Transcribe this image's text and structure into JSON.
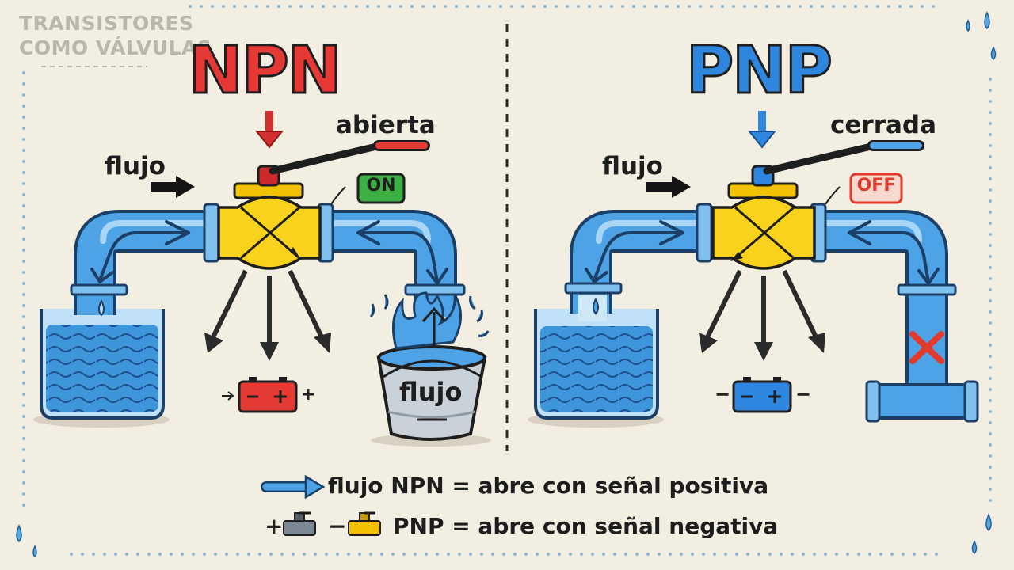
{
  "title": {
    "line1": "TRANSISTORES",
    "line2": "COMO VÁLVULAS"
  },
  "npn": {
    "heading": "NPN",
    "flow_label": "flujo",
    "valve_state": "abierta",
    "indicator": "ON",
    "bucket_label": "flujo",
    "battery_signs": {
      "left": "+",
      "right": "+"
    },
    "colors": {
      "heading": "#e53935",
      "indicator": "#3cb043",
      "battery": "#e53935"
    }
  },
  "pnp": {
    "heading": "PNP",
    "flow_label": "flujo",
    "valve_state": "cerrada",
    "indicator": "OFF",
    "battery_signs": {
      "left": "−",
      "right": "−"
    },
    "colors": {
      "heading": "#2e86de",
      "indicator": "#e23b2e",
      "battery": "#2e86de"
    }
  },
  "legend": {
    "npn_text": "flujo NPN = abre con señal positiva",
    "pnp_text": "PNP = abre con señal negativa",
    "pnp_signs": {
      "plus": "+",
      "minus": "−"
    }
  },
  "icons": [
    "flow-arrow-icon",
    "pressure-arrow-icon",
    "battery-icon",
    "water-tank-icon",
    "bucket-icon",
    "blocked-x-icon",
    "valve-icon",
    "water-drop-icon"
  ]
}
